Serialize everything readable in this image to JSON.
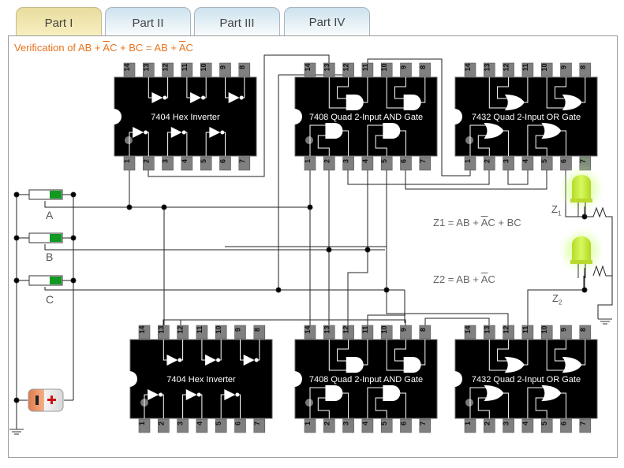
{
  "tabs": [
    {
      "label": "Part I",
      "active": true
    },
    {
      "label": "Part II",
      "active": false
    },
    {
      "label": "Part III",
      "active": false
    },
    {
      "label": "Part IV",
      "active": false
    }
  ],
  "title": {
    "prefix": "Verification of AB + ",
    "abar": "A",
    "mid": "C + BC = AB + ",
    "abar2": "A",
    "suffix": "C"
  },
  "chips": [
    {
      "id": "u1",
      "label": "7404 Hex Inverter",
      "type": "NOT"
    },
    {
      "id": "u2",
      "label": "7408 Quad 2-Input AND Gate",
      "type": "AND"
    },
    {
      "id": "u3",
      "label": "7432 Quad 2-Input OR Gate",
      "type": "OR"
    },
    {
      "id": "u4",
      "label": "7404 Hex Inverter",
      "type": "NOT"
    },
    {
      "id": "u5",
      "label": "7408 Quad 2-Input AND Gate",
      "type": "AND"
    },
    {
      "id": "u6",
      "label": "7432 Quad 2-Input OR Gate",
      "type": "OR"
    }
  ],
  "pins_top": [
    "14",
    "13",
    "12",
    "11",
    "10",
    "9",
    "8"
  ],
  "pins_bottom": [
    "1",
    "2",
    "3",
    "4",
    "5",
    "6",
    "7"
  ],
  "switches": [
    {
      "label": "A",
      "state": "on"
    },
    {
      "label": "B",
      "state": "on"
    },
    {
      "label": "C",
      "state": "on"
    }
  ],
  "equations": {
    "z1": {
      "prefix": "Z1 = AB + ",
      "abar": "A",
      "suffix": "C + BC"
    },
    "z2": {
      "prefix": "Z2 = AB + ",
      "abar": "A",
      "suffix": "C"
    }
  },
  "leds": [
    {
      "label": "Z",
      "sub": "1",
      "state": "on",
      "color": "#c8f03a"
    },
    {
      "label": "Z",
      "sub": "2",
      "state": "on",
      "color": "#c8f03a"
    }
  ],
  "colors": {
    "title": "#e8731e",
    "switch_on": "#119922",
    "chip_body": "#000000",
    "pin": "#808080"
  }
}
